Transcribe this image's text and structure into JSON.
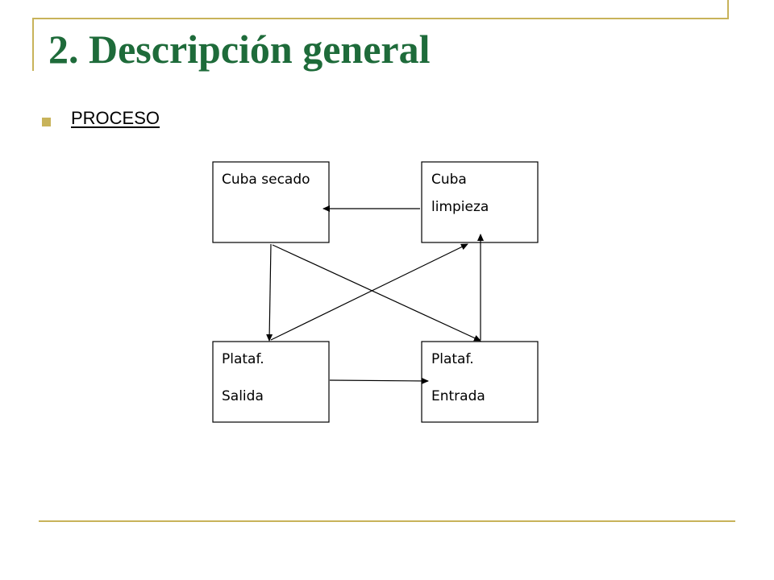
{
  "slide": {
    "title": "2. Descripción general",
    "bullet": "PROCESO"
  },
  "colors": {
    "accent": "#c8b35a",
    "title": "#1e6b3a"
  },
  "diagram": {
    "nodes": {
      "cuba_secado": {
        "line1": "Cuba secado",
        "line2": ""
      },
      "cuba_limpieza": {
        "line1": "Cuba",
        "line2": "limpieza"
      },
      "plataf_salida": {
        "line1": "Plataf.",
        "line2": "Salida"
      },
      "plataf_entrada": {
        "line1": "Plataf.",
        "line2": "Entrada"
      }
    },
    "edges": [
      {
        "from": "Cuba limpieza",
        "to": "Cuba secado"
      },
      {
        "from": "Cuba secado",
        "to": "Plataf. Salida"
      },
      {
        "from": "Cuba secado",
        "to": "Plataf. Entrada"
      },
      {
        "from": "Plataf. Salida",
        "to": "Cuba limpieza"
      },
      {
        "from": "Plataf. Entrada",
        "to": "Cuba limpieza"
      },
      {
        "from": "Plataf. Salida",
        "to": "Plataf. Entrada"
      }
    ]
  }
}
